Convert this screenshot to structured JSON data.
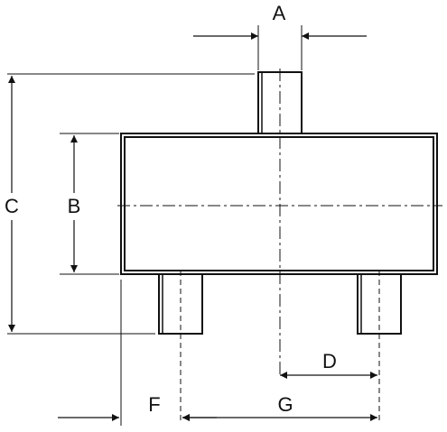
{
  "diagram": {
    "labels": {
      "A": "A",
      "B": "B",
      "C": "C",
      "D": "D",
      "F": "F",
      "G": "G"
    },
    "colors": {
      "stroke": "#111111",
      "background": "#ffffff"
    }
  }
}
